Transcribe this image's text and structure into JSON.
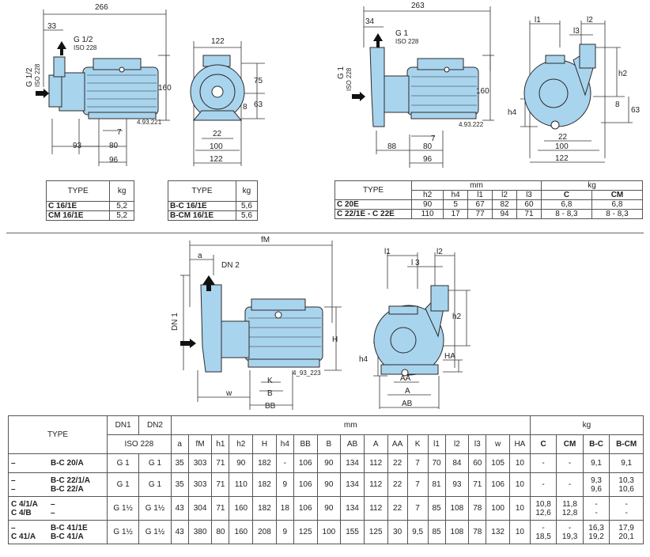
{
  "drawing1": {
    "d266": "266",
    "d33": "33",
    "g12": "G 1/2",
    "iso": "ISO 228",
    "g12v": "G 1/2",
    "isov": "ISO 228",
    "d160": "160",
    "d93": "93",
    "d80": "80",
    "d7": "7",
    "d96": "96",
    "code": "4.93.221"
  },
  "drawing2": {
    "d122": "122",
    "d75": "75",
    "d63": "63",
    "d8": "8",
    "d22": "22",
    "d100": "100",
    "d122b": "122"
  },
  "drawing3": {
    "d263": "263",
    "d34": "34",
    "g1": "G 1",
    "iso": "ISO 228",
    "g1v": "G 1",
    "isov": "ISO 228",
    "d160": "160",
    "d88": "88",
    "d80": "80",
    "d7": "7",
    "d96": "96",
    "code": "4.93.222"
  },
  "drawing4": {
    "l1": "l1",
    "l2": "l2",
    "l3": "l3",
    "h2": "h2",
    "h4": "h4",
    "d8": "8",
    "d63": "63",
    "d22": "22",
    "d100": "100",
    "d122": "122"
  },
  "drawing5": {
    "fM": "fM",
    "a": "a",
    "dn2": "DN 2",
    "dn1": "DN 1",
    "H": "H",
    "K": "K",
    "B": "B",
    "w": "w",
    "BB": "BB",
    "code": "4_93_223"
  },
  "drawing6": {
    "l1": "l1",
    "l2": "l2",
    "l3": "l 3",
    "h2": "h2",
    "h4": "h4",
    "HA": "HA",
    "AA": "AA",
    "A": "A",
    "AB": "AB"
  },
  "table1": {
    "h_type": "TYPE",
    "h_kg": "kg",
    "rows": [
      {
        "type": "C 16/1E",
        "kg": "5,2"
      },
      {
        "type": "CM 16/1E",
        "kg": "5,2"
      }
    ]
  },
  "table2": {
    "h_type": "TYPE",
    "h_kg": "kg",
    "rows": [
      {
        "type": "B-C 16/1E",
        "kg": "5,6"
      },
      {
        "type": "B-CM 16/1E",
        "kg": "5,6"
      }
    ]
  },
  "table3": {
    "h_type": "TYPE",
    "h_mm": "mm",
    "h_kg": "kg",
    "cols": [
      "h2",
      "h4",
      "l1",
      "l2",
      "l3",
      "C",
      "CM"
    ],
    "rows": [
      {
        "type": "C 20E",
        "vals": [
          "90",
          "5",
          "67",
          "82",
          "60",
          "6,8",
          "6,8"
        ]
      },
      {
        "type": "C 22/1E - C 22E",
        "vals": [
          "110",
          "17",
          "77",
          "94",
          "71",
          "8 - 8,3",
          "8 - 8,3"
        ]
      }
    ]
  },
  "spec": {
    "h_type": "TYPE",
    "h_dn1": "DN1",
    "h_dn2": "DN2",
    "h_iso": "ISO 228",
    "h_mm": "mm",
    "h_kg": "kg",
    "cols": [
      "a",
      "fM",
      "h1",
      "h2",
      "H",
      "h4",
      "BB",
      "B",
      "AB",
      "A",
      "AA",
      "K",
      "l1",
      "l2",
      "l3",
      "w",
      "HA"
    ],
    "kgcols": [
      "C",
      "CM",
      "B-C",
      "B-CM"
    ],
    "rows": [
      {
        "t1": [
          "–"
        ],
        "t2": [
          "B-C 20/A"
        ],
        "dn1": "G 1",
        "dn2": "G 1",
        "vals": [
          "35",
          "303",
          "71",
          "90",
          "182",
          "-",
          "106",
          "90",
          "134",
          "112",
          "22",
          "7",
          "70",
          "84",
          "60",
          "105",
          "10"
        ],
        "kg": [
          [
            "-"
          ],
          [
            "-"
          ],
          [
            "9,1"
          ],
          [
            "9,1"
          ]
        ]
      },
      {
        "t1": [
          "–",
          "–"
        ],
        "t2": [
          "B-C 22/1/A",
          "B-C 22/A"
        ],
        "dn1": "G 1",
        "dn2": "G 1",
        "vals": [
          "35",
          "303",
          "71",
          "110",
          "182",
          "9",
          "106",
          "90",
          "134",
          "112",
          "22",
          "7",
          "81",
          "93",
          "71",
          "106",
          "10"
        ],
        "kg": [
          [
            "-"
          ],
          [
            "-"
          ],
          [
            "9,3",
            "9,6"
          ],
          [
            "10,3",
            "10,6"
          ]
        ]
      },
      {
        "t1": [
          "C 4/1/A",
          "C 4/B"
        ],
        "t2": [
          "–",
          "–"
        ],
        "dn1": "G 1½",
        "dn2": "G 1½",
        "vals": [
          "43",
          "304",
          "71",
          "160",
          "182",
          "18",
          "106",
          "90",
          "134",
          "112",
          "22",
          "7",
          "85",
          "108",
          "78",
          "100",
          "10"
        ],
        "kg": [
          [
            "10,8",
            "12,6"
          ],
          [
            "11,8",
            "12,8"
          ],
          [
            "-",
            "-"
          ],
          [
            "-",
            "-"
          ]
        ]
      },
      {
        "t1": [
          "–",
          "C 41/A"
        ],
        "t2": [
          "B-C 41/1E",
          "B-C 41/A"
        ],
        "dn1": "G 1½",
        "dn2": "G 1½",
        "vals": [
          "43",
          "380",
          "80",
          "160",
          "208",
          "9",
          "125",
          "100",
          "155",
          "125",
          "30",
          "9,5",
          "85",
          "108",
          "78",
          "132",
          "10"
        ],
        "kg": [
          [
            "-",
            "18,5"
          ],
          [
            "-",
            "19,3"
          ],
          [
            "16,3",
            "19,2"
          ],
          [
            "17,9",
            "20,1"
          ]
        ]
      }
    ]
  },
  "colors": {
    "pump_body": "#a9d4ee",
    "pump_dark": "#7fb7de",
    "outline": "#2a2a2a"
  }
}
